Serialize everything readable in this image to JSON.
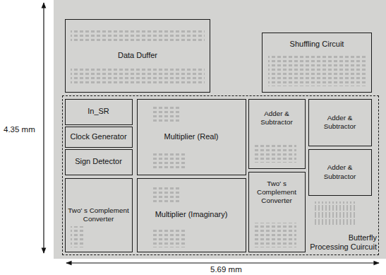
{
  "diagram": {
    "nodes": [
      {
        "text": [
          "Data Duffer"
        ]
      },
      {
        "text": [
          "Shuffling Circuit"
        ]
      },
      {
        "text": [
          "Butterfly Processing Cuircuit"
        ]
      },
      {
        "text": [
          "In_SR"
        ],
        "in": 2
      },
      {
        "text": [
          "Clock Generator"
        ],
        "in": 2
      },
      {
        "text": [
          "Sign Detector"
        ],
        "in": 2
      },
      {
        "text": [
          "Two' s Complement Converter"
        ],
        "in": 2
      },
      {
        "text": [
          "Multiplier (Real)"
        ],
        "in": 2
      },
      {
        "text": [
          "Multiplier (Imaginary)"
        ],
        "in": 2
      },
      {
        "text": [
          "Adder & Subtractor"
        ],
        "in": 2
      },
      {
        "text": [
          "Two' s Complement Converter"
        ],
        "in": 2
      },
      {
        "text": [
          "Adder & Subtractor"
        ],
        "in": 2
      },
      {
        "text": [
          "Adder & Subtractor"
        ],
        "in": 2
      }
    ],
    "labels": [
      "4.35 mm",
      "5.69 mm"
    ]
  }
}
